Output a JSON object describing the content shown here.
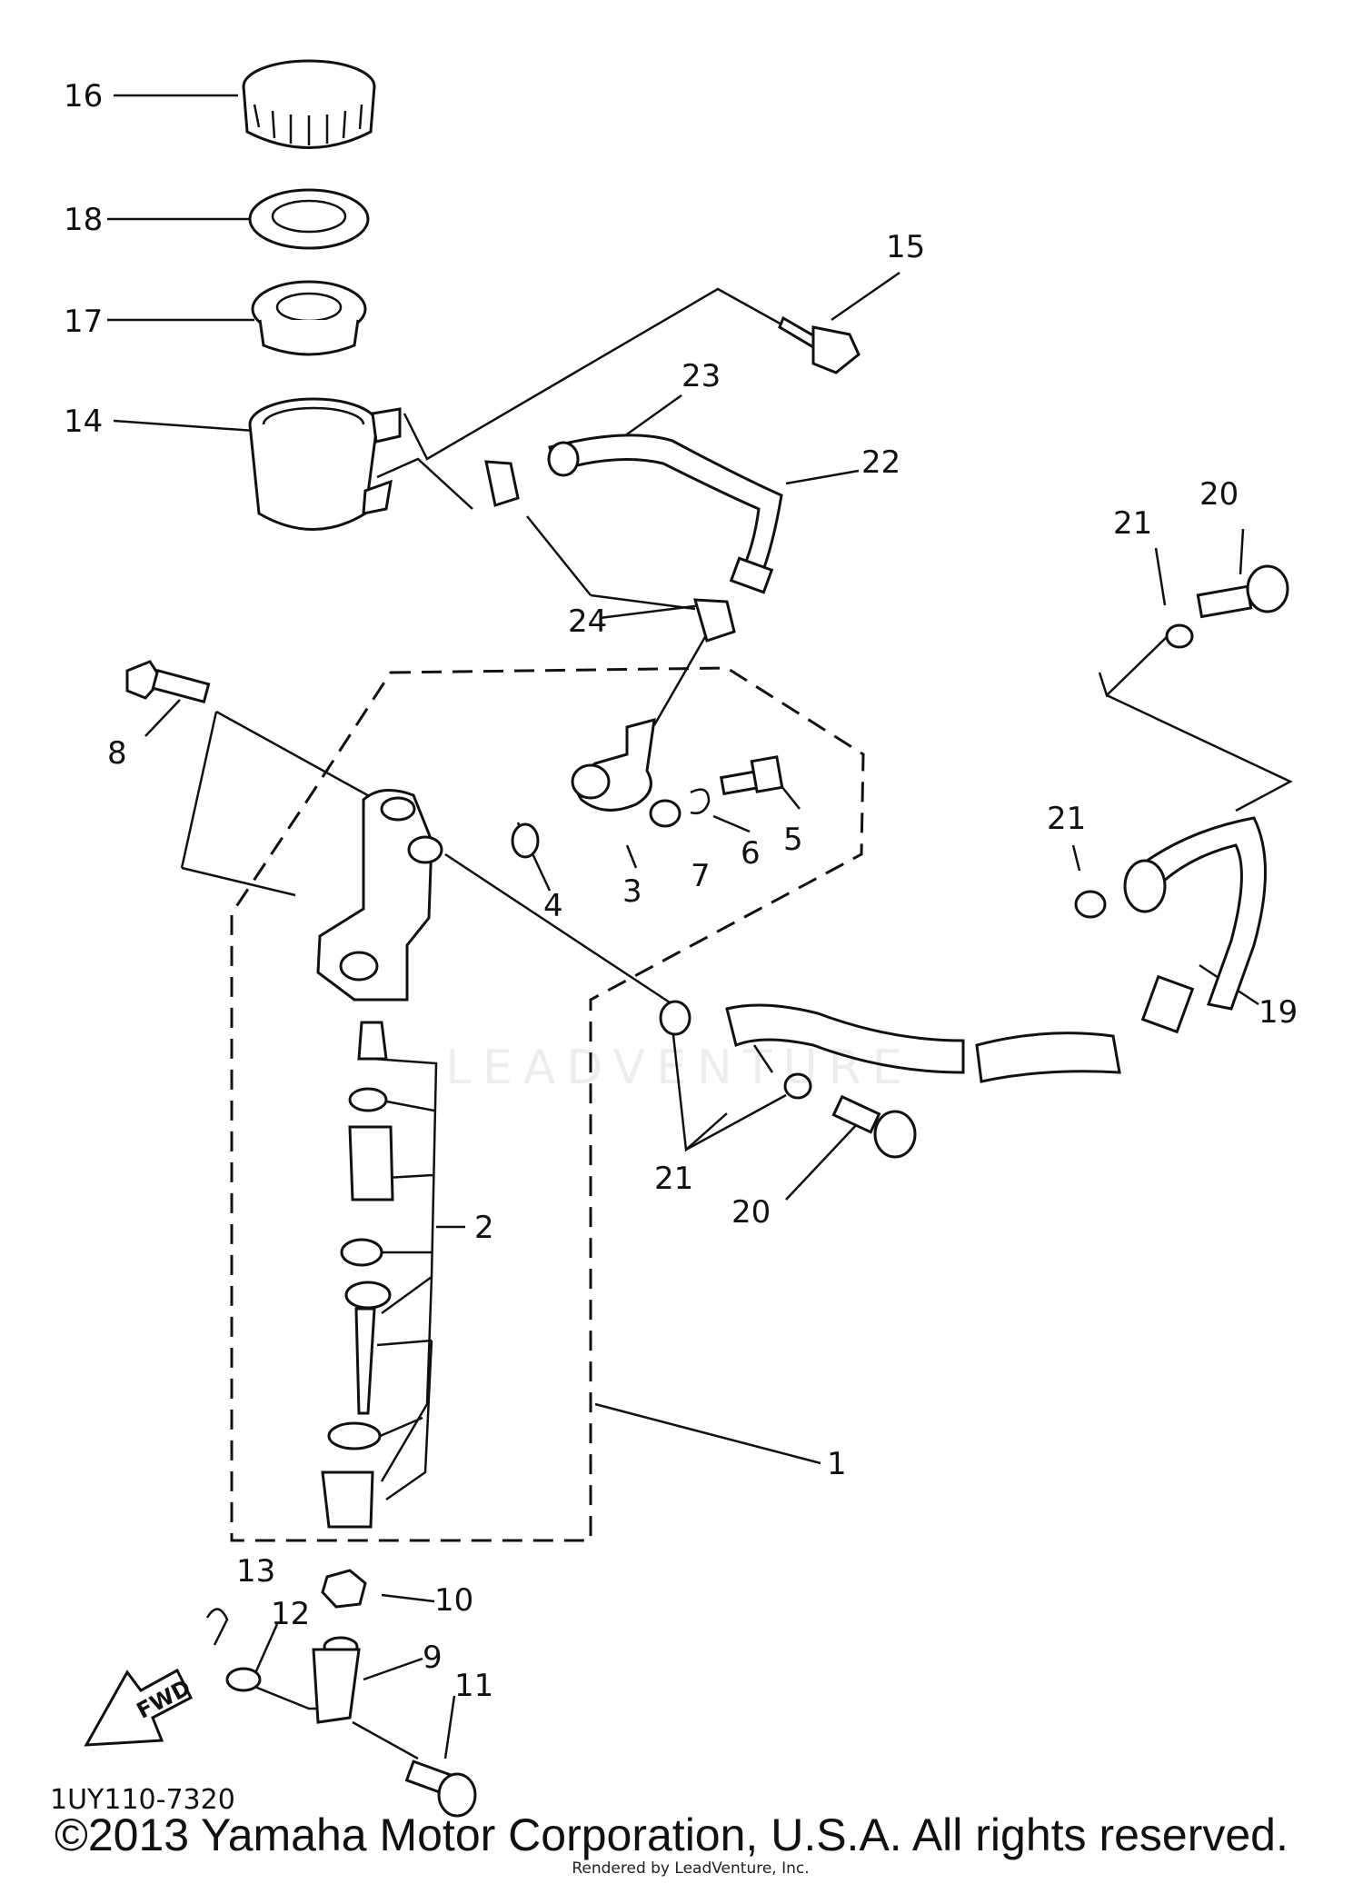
{
  "diagram": {
    "part_code": "1UY110-7320",
    "direction_label": "FWD",
    "watermark": "LEADVENTURE",
    "callouts": {
      "c1": "1",
      "c2": "2",
      "c3": "3",
      "c4": "4",
      "c5": "5",
      "c6": "6",
      "c7": "7",
      "c8": "8",
      "c9": "9",
      "c10": "10",
      "c11": "11",
      "c12": "12",
      "c13": "13",
      "c14": "14",
      "c15": "15",
      "c16": "16",
      "c17": "17",
      "c18": "18",
      "c19": "19",
      "c20a": "20",
      "c20b": "20",
      "c21a": "21",
      "c21b": "21",
      "c21c": "21",
      "c22": "22",
      "c23": "23",
      "c24": "24"
    }
  },
  "footer": {
    "copyright": "©2013 Yamaha Motor Corporation, U.S.A. All rights reserved.",
    "rendered_by": "Rendered by LeadVenture, Inc."
  }
}
